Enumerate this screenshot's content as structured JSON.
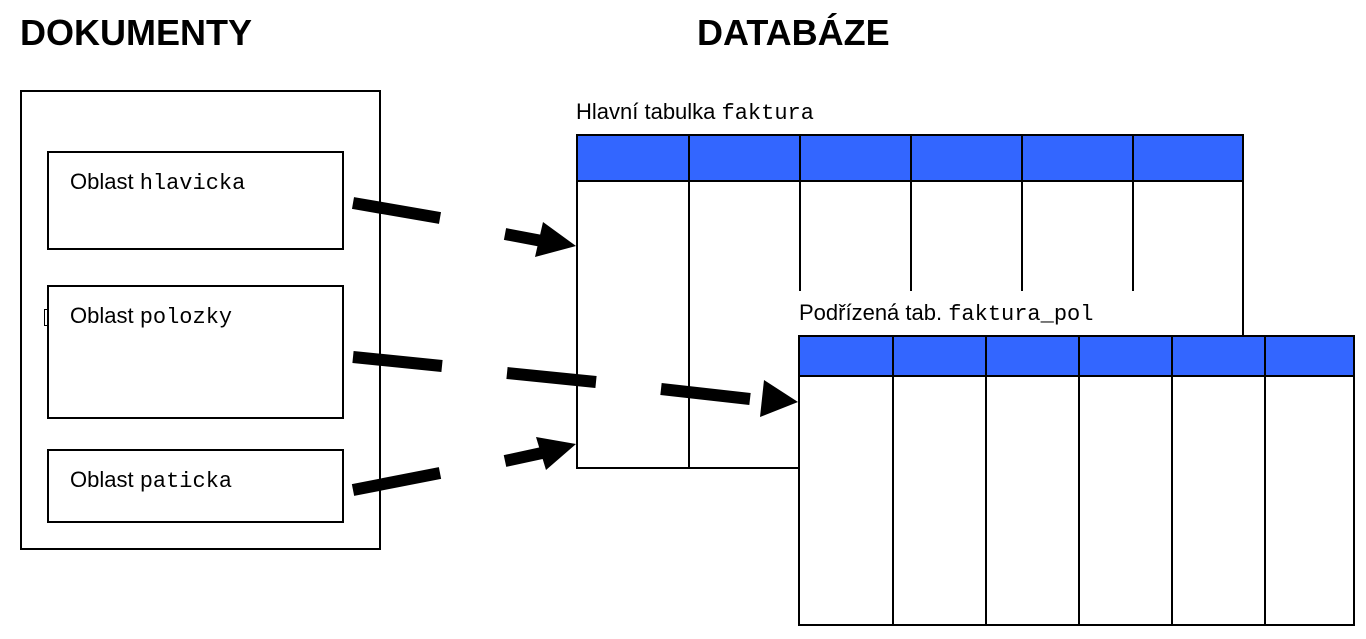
{
  "documents": {
    "title": "DOKUMENTY",
    "areas": [
      {
        "prefix": "Oblast ",
        "name": "hlavicka"
      },
      {
        "prefix": "Oblast ",
        "name": "polozky"
      },
      {
        "prefix": "Oblast ",
        "name": "paticka"
      }
    ]
  },
  "database": {
    "title": "DATABÁZE",
    "main_table": {
      "caption": "Hlavní tabulka ",
      "name": "faktura",
      "header_color": "#3366ff"
    },
    "sub_table": {
      "caption": "Podřízená tab. ",
      "name": "faktura_pol",
      "header_color": "#3366ff"
    }
  },
  "connectors": [
    {
      "from": "hlavicka",
      "to": "faktura"
    },
    {
      "from": "polozky",
      "to": "faktura_pol"
    },
    {
      "from": "paticka",
      "to": "faktura"
    }
  ]
}
